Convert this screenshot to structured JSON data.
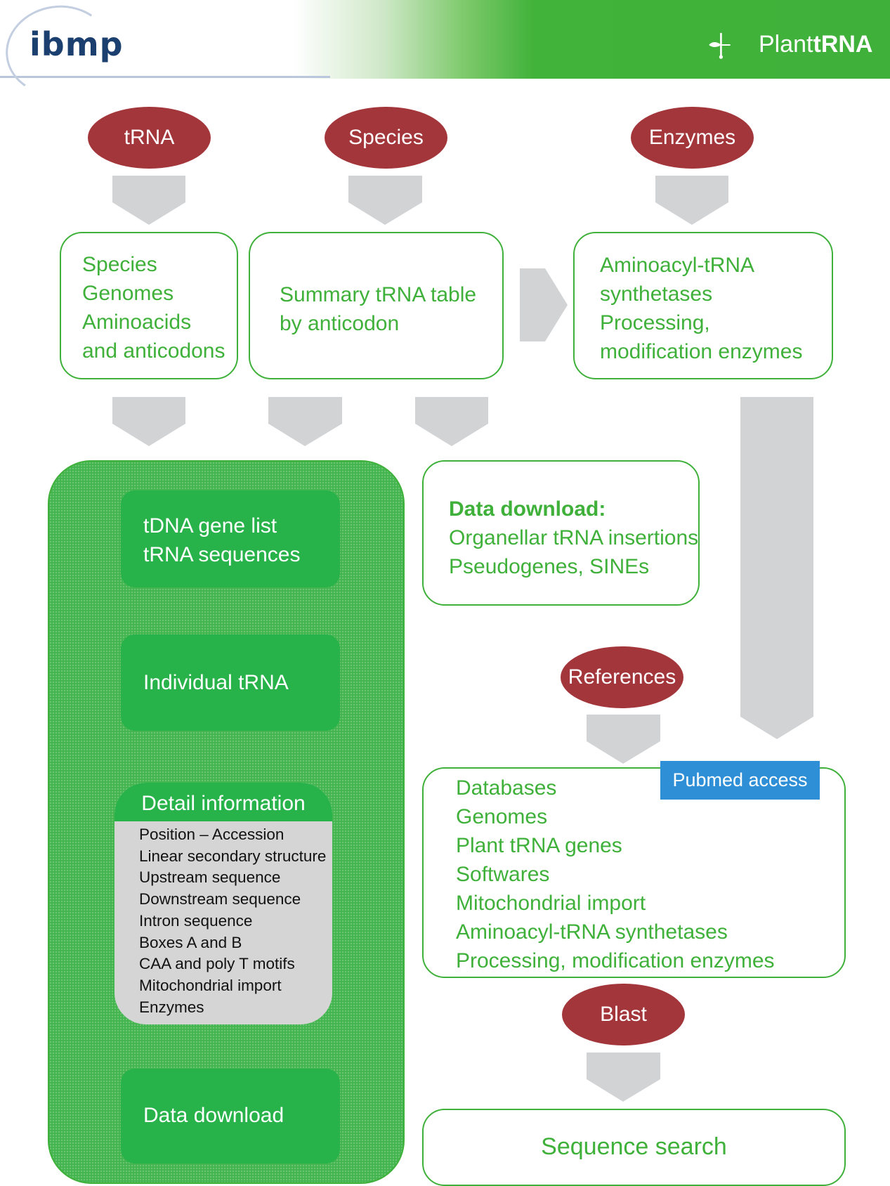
{
  "header": {
    "left_logo": "ibmp",
    "right_logo_prefix": "Plant",
    "right_logo_suffix": "tRNA"
  },
  "nodes": {
    "trna_oval": "tRNA",
    "species_oval": "Species",
    "enzymes_oval": "Enzymes",
    "references_oval": "References",
    "blast_oval": "Blast",
    "species_box": [
      "Species",
      "Genomes",
      "Aminoacids",
      "and anticodons"
    ],
    "summary_box": [
      "Summary tRNA table",
      "by anticodon"
    ],
    "enzymes_box": [
      "Aminoacyl-tRNA",
      "synthetases",
      "Processing,",
      "modification enzymes"
    ],
    "data_download_box": {
      "title": "Data download:",
      "lines": [
        "Organellar tRNA insertions",
        "Pseudogenes, SINEs"
      ]
    },
    "tdna_box": [
      "tDNA gene list",
      "tRNA sequences"
    ],
    "individual_box": "Individual tRNA",
    "detail": {
      "title": "Detail information",
      "items": [
        "Position – Accession",
        "Linear secondary structure",
        "Upstream sequence",
        "Downstream sequence",
        "Intron sequence",
        "Boxes A and B",
        "CAA and poly T motifs",
        "Mitochondrial import",
        "Enzymes"
      ]
    },
    "data_download_green": "Data download",
    "references_box": [
      "Databases",
      "Genomes",
      "Plant tRNA genes",
      "Softwares",
      "Mitochondrial import",
      "Aminoacyl-tRNA synthetases",
      "Processing, modification enzymes"
    ],
    "pubmed_label": "Pubmed access",
    "sequence_search": "Sequence search"
  },
  "colors": {
    "oval": "#a3363a",
    "green": "#3fb13a",
    "dark_green_box": "#27b34a",
    "arrow_gray": "#d2d3d5",
    "pubmed_blue": "#2e8fd6"
  }
}
